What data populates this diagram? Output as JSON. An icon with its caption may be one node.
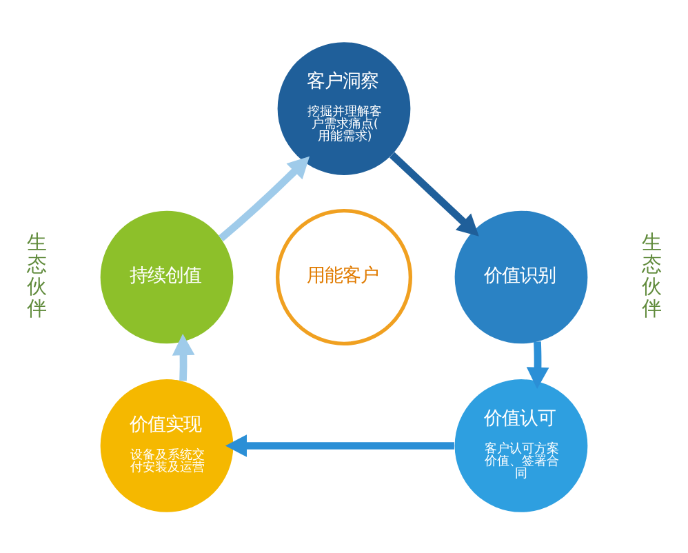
{
  "diagram": {
    "nodes": [
      {
        "text": [
          "客户洞察",
          "挖掘并理解客户需求痛点(用能需求)"
        ]
      },
      {
        "text": [
          "价值识别"
        ]
      },
      {
        "text": [
          "价值认可",
          "客户认可方案价值、签署合同"
        ]
      },
      {
        "text": [
          "价值实现",
          "设备及系统交付安装及运营"
        ]
      },
      {
        "text": [
          "持续创值"
        ]
      },
      {
        "text": [
          "用能客户"
        ]
      }
    ],
    "edges": [
      {
        "from": 0,
        "to": 1,
        "arrow": "to",
        "color": "#1f5f9a"
      },
      {
        "from": 1,
        "to": 2,
        "arrow": "to"
      },
      {
        "from": 2,
        "to": 3,
        "arrow": "to"
      },
      {
        "from": 3,
        "to": 4,
        "arrow": "to",
        "color": "#9fcbea"
      },
      {
        "from": 4,
        "to": 0,
        "arrow": "to",
        "color": "#9fcbea"
      }
    ],
    "labels": [
      "生态伙伴",
      "生态伙伴"
    ]
  }
}
